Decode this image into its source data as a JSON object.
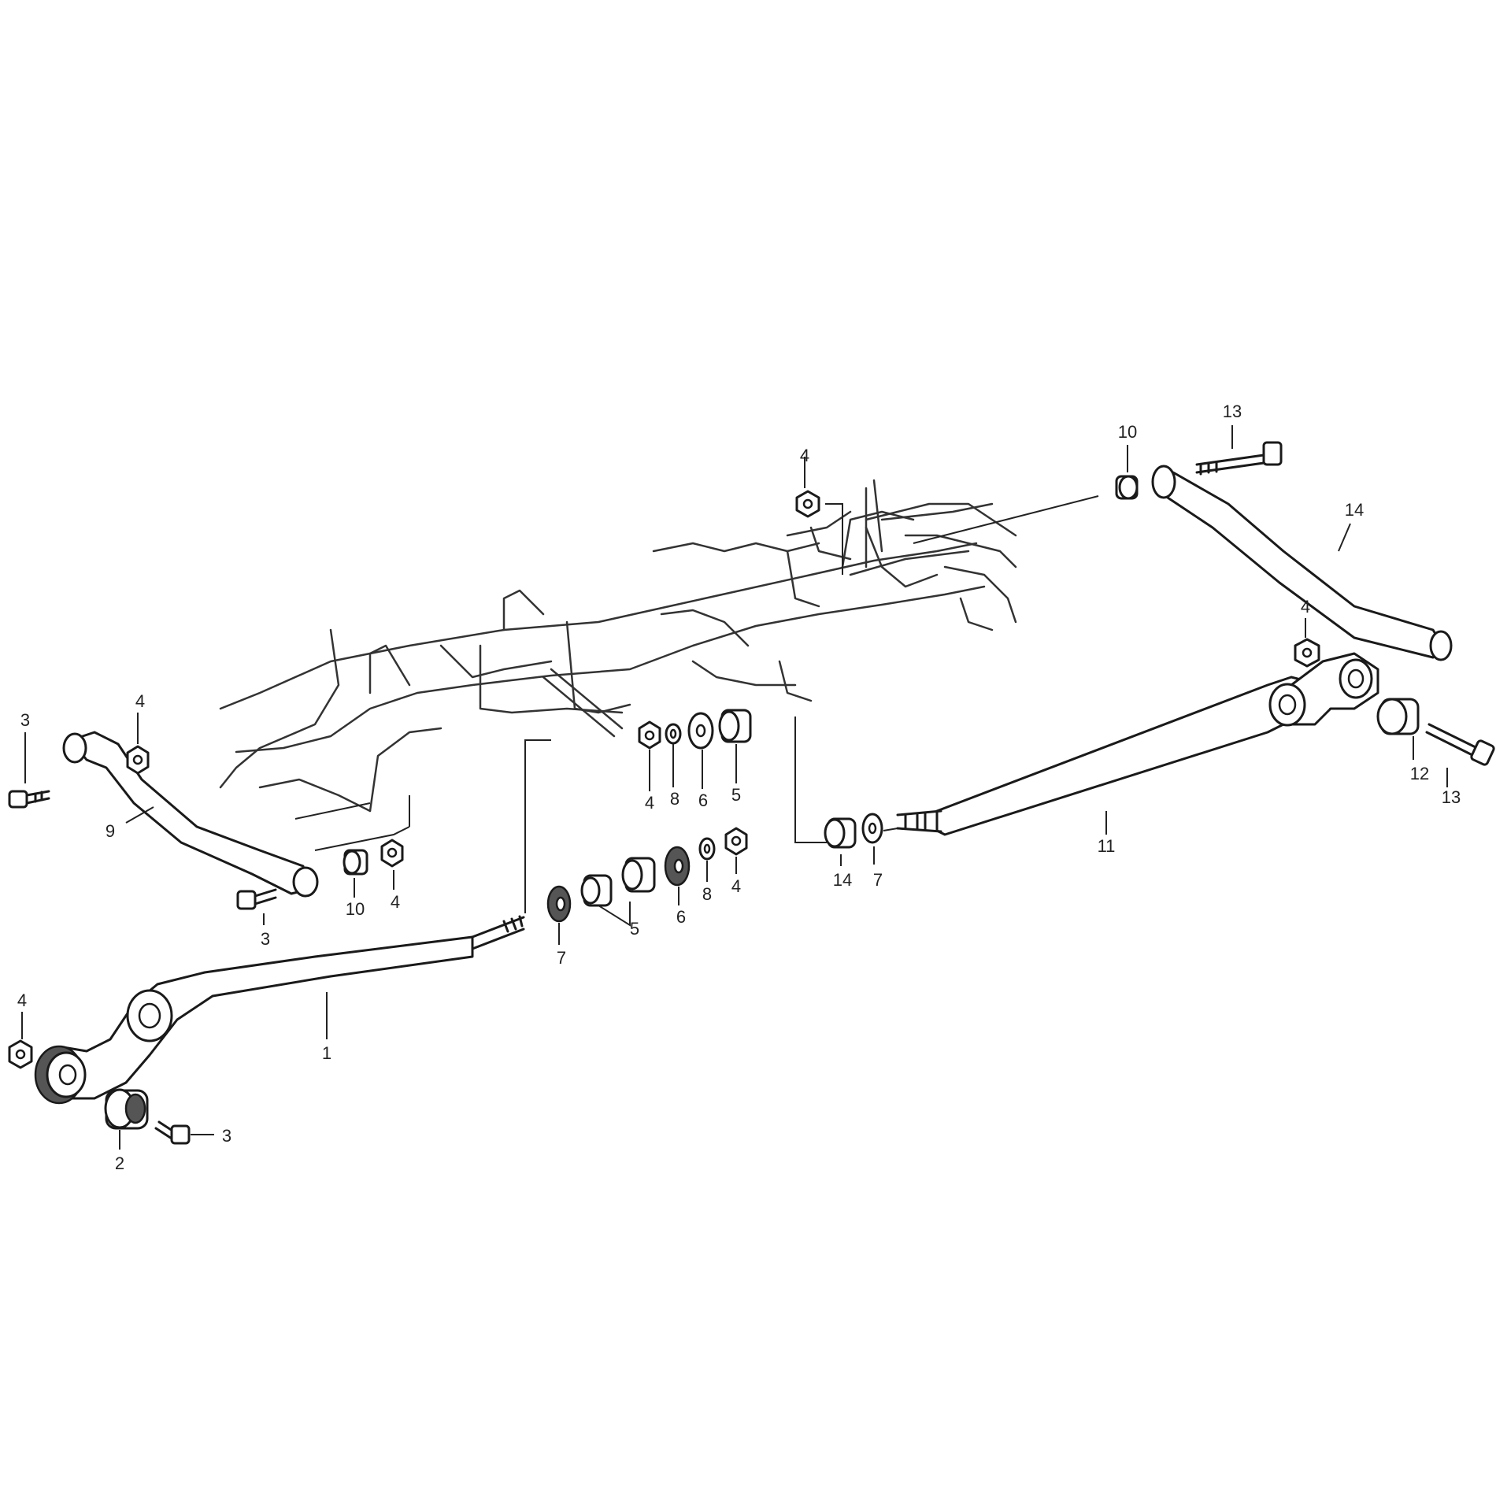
{
  "diagram": {
    "callout_numbers": [
      "1",
      "2",
      "3",
      "4",
      "5",
      "6",
      "7",
      "8",
      "9",
      "10",
      "11",
      "12",
      "13",
      "14"
    ],
    "labels": [
      {
        "id": "lbl-13-top",
        "text": "13"
      },
      {
        "id": "lbl-10-top",
        "text": "10"
      },
      {
        "id": "lbl-4-top",
        "text": "4"
      },
      {
        "id": "lbl-14-top",
        "text": "14"
      },
      {
        "id": "lbl-4-right",
        "text": "4"
      },
      {
        "id": "lbl-12",
        "text": "12"
      },
      {
        "id": "lbl-13-right",
        "text": "13"
      },
      {
        "id": "lbl-11",
        "text": "11"
      },
      {
        "id": "lbl-14-mid",
        "text": "14"
      },
      {
        "id": "lbl-7-mid",
        "text": "7"
      },
      {
        "id": "lbl-4-a",
        "text": "4"
      },
      {
        "id": "lbl-8-a",
        "text": "8"
      },
      {
        "id": "lbl-6-a",
        "text": "6"
      },
      {
        "id": "lbl-5-a",
        "text": "5"
      },
      {
        "id": "lbl-4-b",
        "text": "4"
      },
      {
        "id": "lbl-8-b",
        "text": "8"
      },
      {
        "id": "lbl-6-b",
        "text": "6"
      },
      {
        "id": "lbl-5-b",
        "text": "5"
      },
      {
        "id": "lbl-7-b",
        "text": "7"
      },
      {
        "id": "lbl-3-left",
        "text": "3"
      },
      {
        "id": "lbl-4-left",
        "text": "4"
      },
      {
        "id": "lbl-9",
        "text": "9"
      },
      {
        "id": "lbl-10-left",
        "text": "10"
      },
      {
        "id": "lbl-4-left2",
        "text": "4"
      },
      {
        "id": "lbl-3-mid",
        "text": "3"
      },
      {
        "id": "lbl-1",
        "text": "1"
      },
      {
        "id": "lbl-4-bottom",
        "text": "4"
      },
      {
        "id": "lbl-2",
        "text": "2"
      },
      {
        "id": "lbl-3-bottom",
        "text": "3"
      }
    ]
  }
}
